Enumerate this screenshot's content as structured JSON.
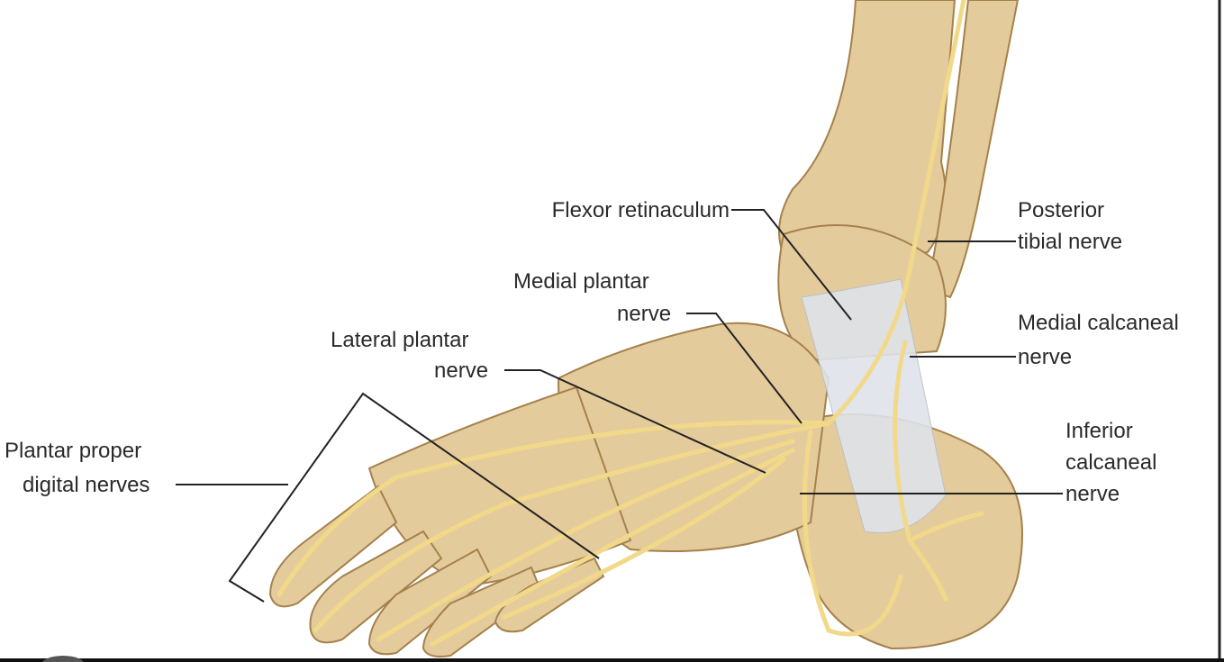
{
  "title": "Nerves of the medial foot and ankle",
  "labels": {
    "flexor_retinaculum": "Flexor retinaculum",
    "posterior_tibial_1": "Posterior",
    "posterior_tibial_2": "tibial nerve",
    "medial_plantar_1": "Medial plantar",
    "medial_plantar_2": "nerve",
    "medial_calcaneal_1": "Medial calcaneal",
    "medial_calcaneal_2": "nerve",
    "lateral_plantar_1": "Lateral plantar",
    "lateral_plantar_2": "nerve",
    "inferior_calcaneal_1": "Inferior",
    "inferior_calcaneal_2": "calcaneal",
    "inferior_calcaneal_3": "nerve",
    "plantar_digital_1": "Plantar proper",
    "plantar_digital_2": "digital nerves"
  },
  "colors": {
    "bone": "#e4cb9c",
    "bone_edge": "#a5814c",
    "nerve": "#f2d98a",
    "retinaculum": "#dfe3ea"
  }
}
